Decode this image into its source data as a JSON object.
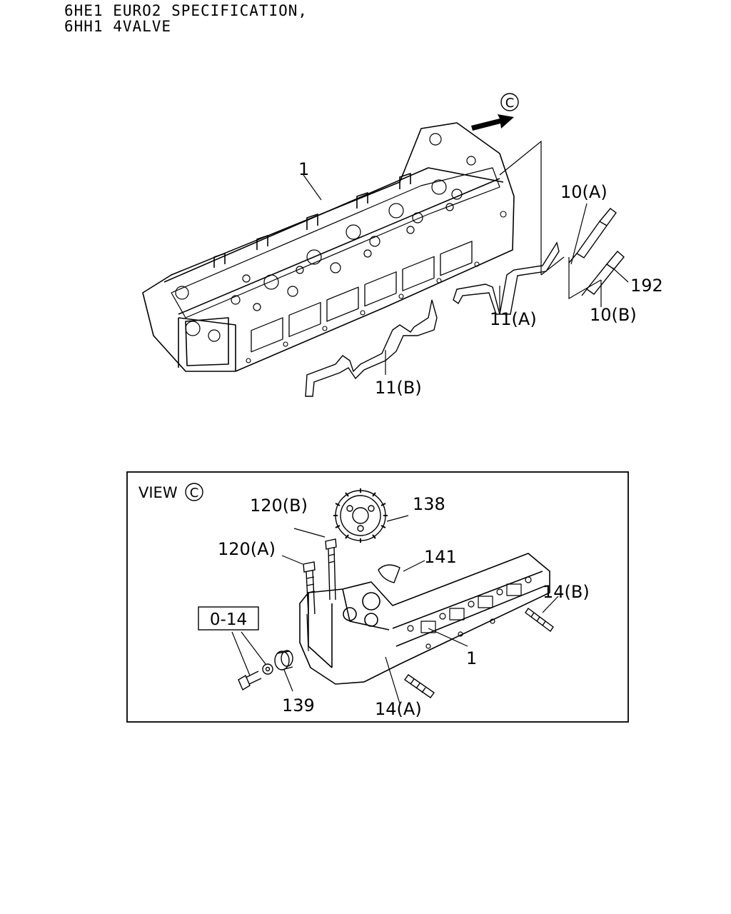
{
  "header": {
    "line1": "6HE1 EURO2 SPECIFICATION,",
    "line2": "6HH1 4VALVE"
  },
  "view_marker": {
    "symbol": "C"
  },
  "callouts": {
    "c1": "1",
    "c10a": "10(A)",
    "c10b": "10(B)",
    "c192": "192",
    "c11a": "11(A)",
    "c11b": "11(B)"
  },
  "view_box": {
    "title": "VIEW",
    "symbol": "C",
    "labels": {
      "c120b": "120(B)",
      "c120a": "120(A)",
      "c138": "138",
      "c141": "141",
      "c14b": "14(B)",
      "c014": "0-14",
      "c1": "1",
      "c139": "139",
      "c14a": "14(A)"
    }
  }
}
